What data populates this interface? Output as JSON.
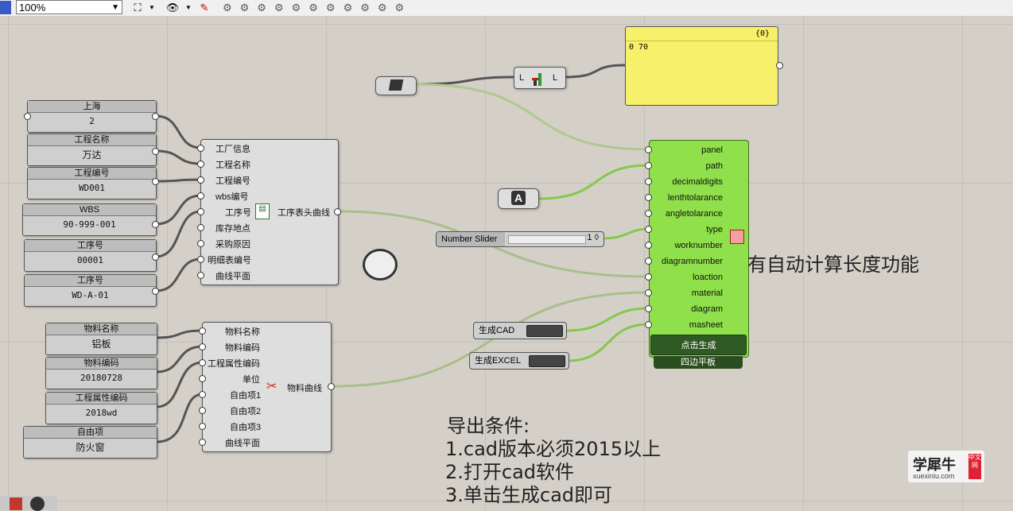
{
  "toolbar": {
    "zoom_value": "100%",
    "icons": [
      "save-icon",
      "fit-view-icon",
      "dropdown-icon",
      "eye-icon",
      "dropdown-icon",
      "pen-icon",
      "tools-icon"
    ]
  },
  "params": {
    "p1": {
      "header": "上海",
      "value": "2"
    },
    "p2": {
      "header": "工程名称",
      "value": "万达"
    },
    "p3": {
      "header": "工程编号",
      "value": "WD001"
    },
    "p4": {
      "header": "WBS",
      "value": "90-999-001"
    },
    "p5": {
      "header": "工序号",
      "value": "00001"
    },
    "p6": {
      "header": "工序号",
      "value": "WD-A-01"
    },
    "m1": {
      "header": "物料名称",
      "value": "铝板"
    },
    "m2": {
      "header": "物料编码",
      "value": "20180728"
    },
    "m3": {
      "header": "工程属性编码",
      "value": "2018wd"
    },
    "m4": {
      "header": "自由项",
      "value": "防火窗"
    }
  },
  "comp_header": {
    "inputs": [
      "工厂信息",
      "工程名称",
      "工程编号",
      "wbs编号",
      "工序号",
      "库存地点",
      "采购原因",
      "明细表编号",
      "曲线平面"
    ],
    "output": "工序表头曲线"
  },
  "comp_material": {
    "inputs": [
      "物料名称",
      "物料编码",
      "工程属性编码",
      "单位",
      "自由项1",
      "自由项2",
      "自由项3",
      "曲线平面"
    ],
    "output": "物料曲线"
  },
  "main_comp": {
    "inputs": [
      "panel",
      "path",
      "decimaldigits",
      "lenthtolarance",
      "angletolarance",
      "type",
      "worknumber",
      "diagramnumber",
      "loaction",
      "material",
      "diagram",
      "masheet"
    ],
    "button_label": "点击生成",
    "footer_label": "四边平板"
  },
  "panel": {
    "index_label": "{0}",
    "content": "0 70"
  },
  "list_comp": {
    "in_label": "L",
    "out_label": "L"
  },
  "slider": {
    "label": "Number Slider",
    "value": "1 ◊"
  },
  "toggles": {
    "cad": "生成CAD",
    "excel": "生成EXCEL"
  },
  "notes": {
    "feature": "有自动计算长度功能",
    "export_title": "导出条件:",
    "export_line1": "1.cad版本必须2015以上",
    "export_line2": "2.打开cad软件",
    "export_line3": "3.单击生成cad即可"
  },
  "watermark": {
    "name": "学犀牛",
    "url": "xuexiniu.com",
    "badge": "中文网"
  },
  "colors": {
    "panel_yellow": "#f7f06a",
    "component_green": "#8fe04a",
    "wire_green": "#86c84a"
  }
}
